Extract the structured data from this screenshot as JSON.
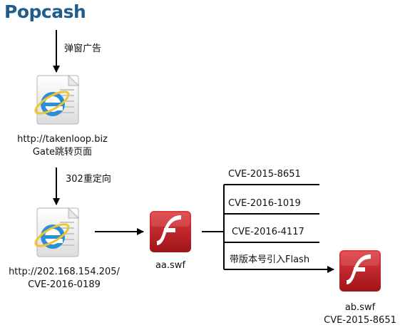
{
  "brand": "Popcash",
  "colors": {
    "brand": "#1f5d8c",
    "line": "#000000",
    "flash_red": "#c62026",
    "ie_blue": "#2a8fd8",
    "ie_ring": "#f1c232"
  },
  "edges": {
    "popup_ad": "弹窗广告",
    "redirect": "302重定向"
  },
  "nodes": {
    "gate": {
      "icon": "internet-explorer-icon",
      "line1": "http://takenloop.biz",
      "line2": "Gate跳转页面"
    },
    "landing": {
      "icon": "internet-explorer-icon",
      "line1": "http://202.168.154.205/",
      "line2": "CVE-2016-0189"
    },
    "aa_swf": {
      "icon": "flash-icon",
      "label": "aa.swf"
    },
    "ab_swf": {
      "icon": "flash-icon",
      "line1": "ab.swf",
      "line2": "CVE-2015-8651"
    }
  },
  "branches": [
    "CVE-2015-8651",
    "CVE-2016-1019",
    "CVE-2016-4117",
    "带版本号引入Flash"
  ]
}
